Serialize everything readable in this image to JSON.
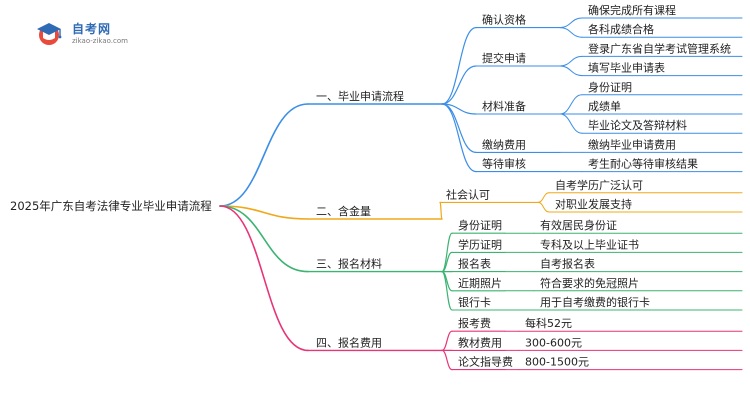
{
  "logo": {
    "title": "自考网",
    "url": "zikao-zikao.com"
  },
  "mindmap": {
    "root": "2025年广东自考法律专业毕业申请流程",
    "branches": [
      {
        "label": "一、毕业申请流程",
        "color": "#3b8ee8",
        "children": [
          {
            "label": "确认资格",
            "children": [
              "确保完成所有课程",
              "各科成绩合格"
            ]
          },
          {
            "label": "提交申请",
            "children": [
              "登录广东省自学考试管理系统",
              "填写毕业申请表"
            ]
          },
          {
            "label": "材料准备",
            "children": [
              "身份证明",
              "成绩单",
              "毕业论文及答辩材料"
            ]
          },
          {
            "label": "缴纳费用",
            "children": [
              "缴纳毕业申请费用"
            ]
          },
          {
            "label": "等待审核",
            "children": [
              "考生耐心等待审核结果"
            ]
          }
        ]
      },
      {
        "label": "二、含金量",
        "color": "#f0a818",
        "children": [
          {
            "label": "社会认可",
            "children": [
              "自考学历广泛认可",
              "对职业发展支持"
            ]
          }
        ]
      },
      {
        "label": "三、报名材料",
        "color": "#3cb371",
        "children": [
          {
            "label": "身份证明",
            "children": [
              "有效居民身份证"
            ]
          },
          {
            "label": "学历证明",
            "children": [
              "专科及以上毕业证书"
            ]
          },
          {
            "label": "报名表",
            "children": [
              "自考报名表"
            ]
          },
          {
            "label": "近期照片",
            "children": [
              "符合要求的免冠照片"
            ]
          },
          {
            "label": "银行卡",
            "children": [
              "用于自考缴费的银行卡"
            ]
          }
        ]
      },
      {
        "label": "四、报名费用",
        "color": "#e83478",
        "children": [
          {
            "label": "报考费",
            "children": [
              "每科52元"
            ]
          },
          {
            "label": "教材费用",
            "children": [
              "300-600元"
            ]
          },
          {
            "label": "论文指导费",
            "children": [
              "800-1500元"
            ]
          }
        ]
      }
    ]
  }
}
